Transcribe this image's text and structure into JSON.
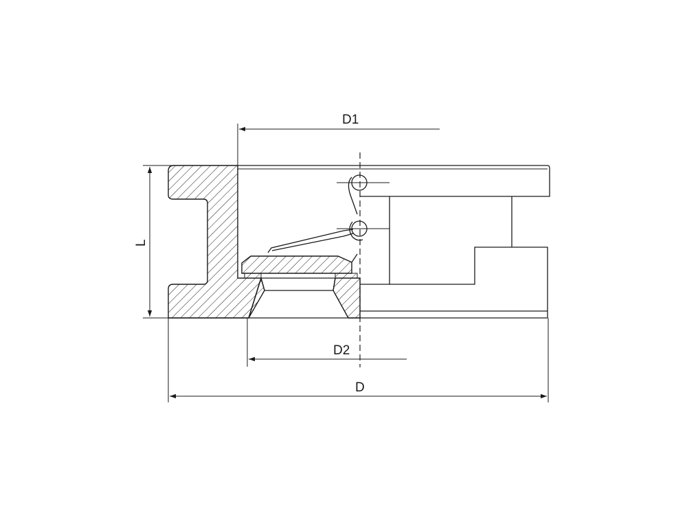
{
  "diagram": {
    "dimensions": {
      "d1": "D1",
      "d2": "D2",
      "d": "D",
      "l": "L"
    },
    "colors": {
      "line": "#1a1a1a",
      "background": "#ffffff"
    }
  }
}
